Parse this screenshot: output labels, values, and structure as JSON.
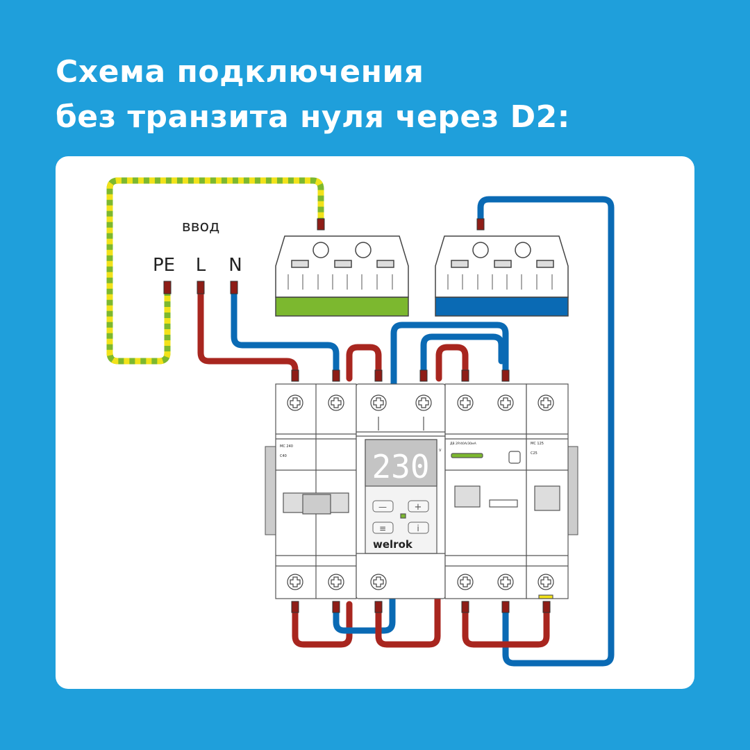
{
  "title": {
    "line1": "Схема подключения",
    "line2": "без транзита нуля через D2:"
  },
  "diagram": {
    "input_label": "ввод",
    "terminals": {
      "pe": "PE",
      "l": "L",
      "n": "N"
    },
    "breaker_left": {
      "model": "МС 240",
      "rating": "C40"
    },
    "relay": {
      "display": "230",
      "unit": "V",
      "brand": "welrok",
      "buttons": [
        "—",
        "+",
        "≡",
        "i"
      ]
    },
    "rcd": {
      "model": "ДВ 2Р/40А/30мА"
    },
    "breaker_right": {
      "model": "МС 125",
      "rating": "C25"
    },
    "colors": {
      "background": "#1f9fdb",
      "phase": "#a8261f",
      "neutral": "#0a6ab4",
      "earth_green": "#7cb82f",
      "earth_yellow": "#f2e21a"
    }
  }
}
